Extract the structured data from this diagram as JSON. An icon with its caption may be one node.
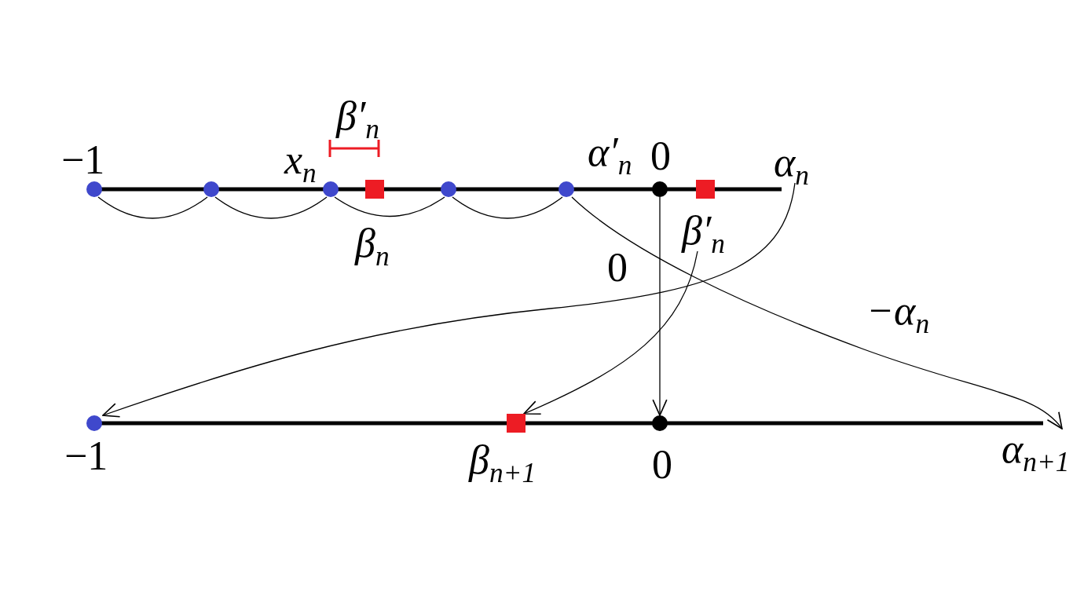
{
  "diagram": {
    "nodes": [
      {
        "text": [],
        "shape": "circle",
        "beside": [
          "−1"
        ]
      },
      {
        "text": [],
        "shape": "circle"
      },
      {
        "text": [],
        "shape": "circle",
        "beside": [
          "x$_{n}$"
        ]
      },
      {
        "text": [],
        "shape": "box",
        "beside": [
          "β$_{n}$"
        ]
      },
      {
        "text": [],
        "shape": "circle"
      },
      {
        "text": [],
        "shape": "circle",
        "beside": [
          "α′$_{n}$"
        ]
      },
      {
        "text": [],
        "shape": "circle",
        "beside": [
          "0"
        ]
      },
      {
        "text": [],
        "shape": "box",
        "beside": [
          "β′$_{n}$"
        ]
      },
      {
        "text": [
          "α$_{n}$"
        ]
      },
      {
        "text": [],
        "shape": "circle",
        "beside": [
          "−1"
        ]
      },
      {
        "text": [],
        "shape": "box",
        "beside": [
          "β$_{n+1}$"
        ]
      },
      {
        "text": [],
        "shape": "circle",
        "beside": [
          "0"
        ]
      },
      {
        "text": [
          "α$_{n+1}$"
        ]
      }
    ],
    "edges": [
      {
        "from": 0,
        "to": 1,
        "arrow": "none"
      },
      {
        "from": 1,
        "to": 2,
        "arrow": "none"
      },
      {
        "from": 2,
        "to": 4,
        "arrow": "none"
      },
      {
        "from": 4,
        "to": 5,
        "arrow": "none"
      },
      {
        "from": 8,
        "to": 9,
        "arrow": "to"
      },
      {
        "from": 7,
        "to": 10,
        "arrow": "to"
      },
      {
        "from": 6,
        "to": 11,
        "arrow": "to"
      },
      {
        "from": 5,
        "to": 12,
        "arrow": "to"
      }
    ],
    "labels": [
      "β′$_{n}$",
      "0",
      "−α$_{n}$"
    ]
  }
}
